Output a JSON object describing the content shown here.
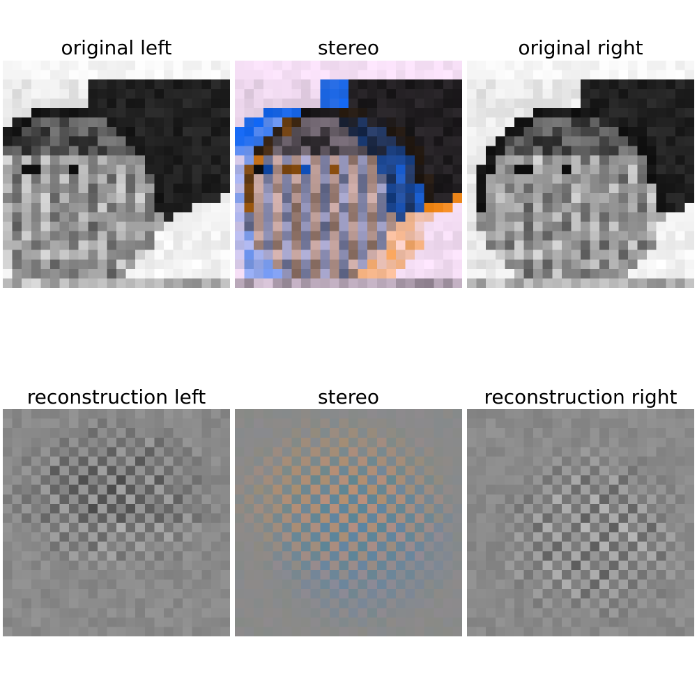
{
  "figure": {
    "rows": [
      {
        "panels": [
          {
            "title": "original left",
            "kind": "orig-left"
          },
          {
            "title": "stereo",
            "kind": "orig-stereo"
          },
          {
            "title": "original right",
            "kind": "orig-right"
          }
        ]
      },
      {
        "panels": [
          {
            "title": "reconstruction left",
            "kind": "recon-left"
          },
          {
            "title": "stereo",
            "kind": "recon-stereo"
          },
          {
            "title": "reconstruction right",
            "kind": "recon-right"
          }
        ]
      }
    ],
    "grid_size": 24,
    "colors": {
      "stereo_left_tint": "#ff9d2e",
      "stereo_right_tint": "#2d7fff",
      "recon_gray": "#8a8a8a"
    }
  }
}
